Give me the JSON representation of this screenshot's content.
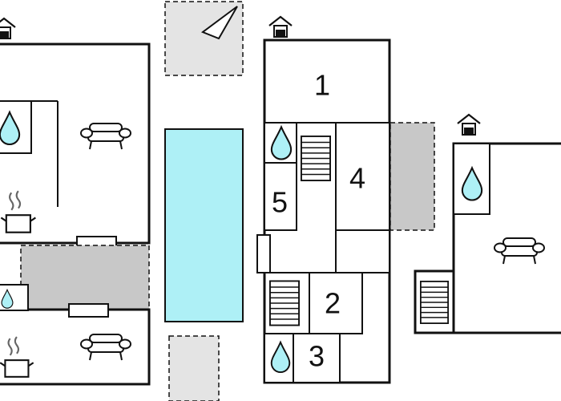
{
  "floorplan": {
    "colors": {
      "wall": "#111111",
      "pool": "#aef0f6",
      "terrace": "#c8c8c8",
      "light_area": "#e4e4e4",
      "water": "#aef0f6",
      "background": "#ffffff"
    },
    "rooms": [
      {
        "id": "room-1",
        "label": "1"
      },
      {
        "id": "room-2",
        "label": "2"
      },
      {
        "id": "room-3",
        "label": "3"
      },
      {
        "id": "room-4",
        "label": "4"
      },
      {
        "id": "room-5",
        "label": "5"
      }
    ],
    "icons": [
      "house-icon",
      "compass-icon",
      "water-drop-icon",
      "sofa-icon",
      "stove-icon",
      "stairs-icon",
      "window-icon"
    ]
  }
}
